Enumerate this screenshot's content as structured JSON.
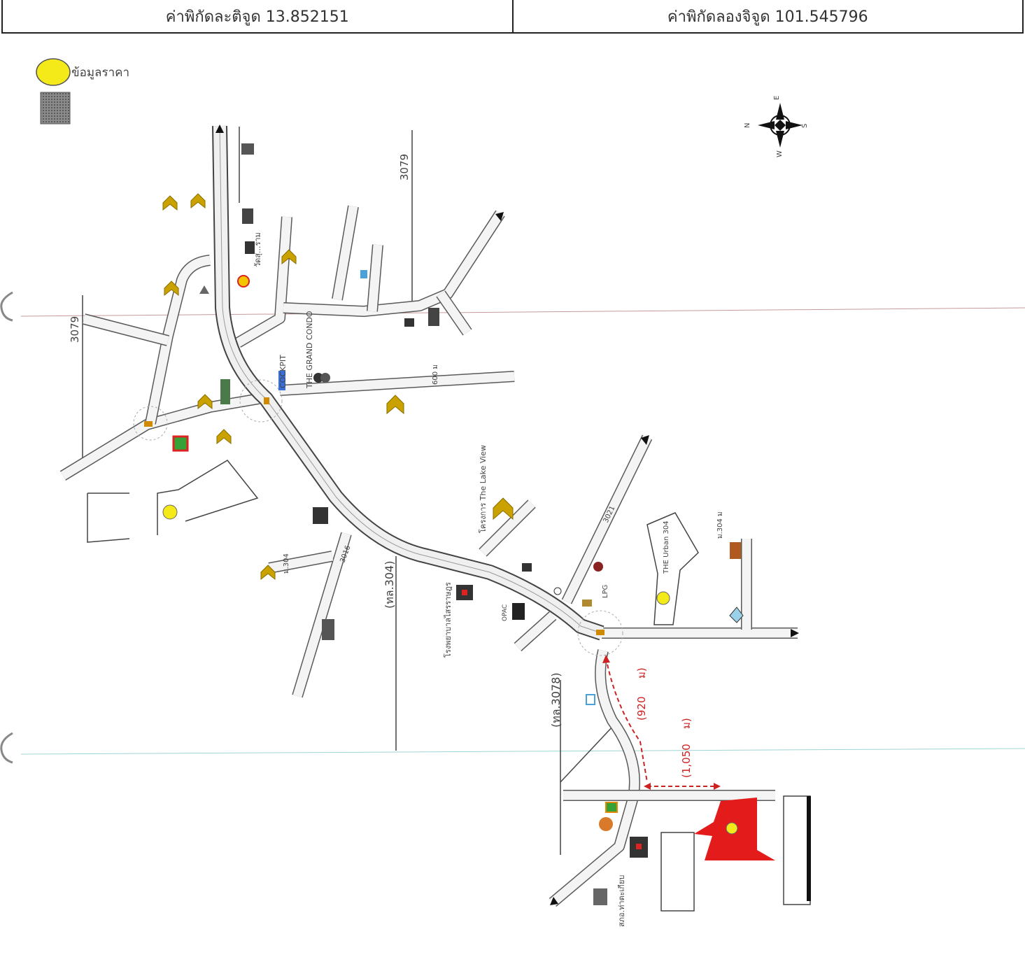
{
  "header": {
    "latitude_label": "ค่าพิกัดละติจูด 13.852151",
    "longitude_label": "ค่าพิกัดลองจิจูด 101.545796"
  },
  "legend": {
    "price_info": "ข้อมูลราคา"
  },
  "compass": {
    "n": "N",
    "e": "E",
    "s": "S",
    "w": "W"
  },
  "roads": {
    "r3079_top": "3079",
    "r3079_left": "3079",
    "r304_main": "(ทล.304)",
    "r3078": "(ทล.3078)",
    "r3016": "3016",
    "r3021": "3021",
    "soi_304": "ม.304",
    "soi_304_b": "ม.304 ม",
    "soi_600": "600 ม"
  },
  "places": {
    "temple_top": "วัดสุ...ราม",
    "grand_condo": "THE GRAND CONDO",
    "cockpit": "COCKPIT",
    "lake_view": "โครงการ The Lake View",
    "hospital": "โรงพยาบาลไสรราษฎร",
    "opac": "OPAC",
    "lpg": "LPG",
    "urban": "THE Urban 304",
    "bottom_left": "สภอ.ท่าตะเกียบ"
  },
  "distances": {
    "d1": "(920",
    "d1_unit": "ม)",
    "d2": "(1,050",
    "d2_unit": "ม)"
  },
  "colors": {
    "subject_plot": "#e31b1b",
    "price_marker": "#f4ea1a",
    "distance_line": "#cc2222"
  }
}
